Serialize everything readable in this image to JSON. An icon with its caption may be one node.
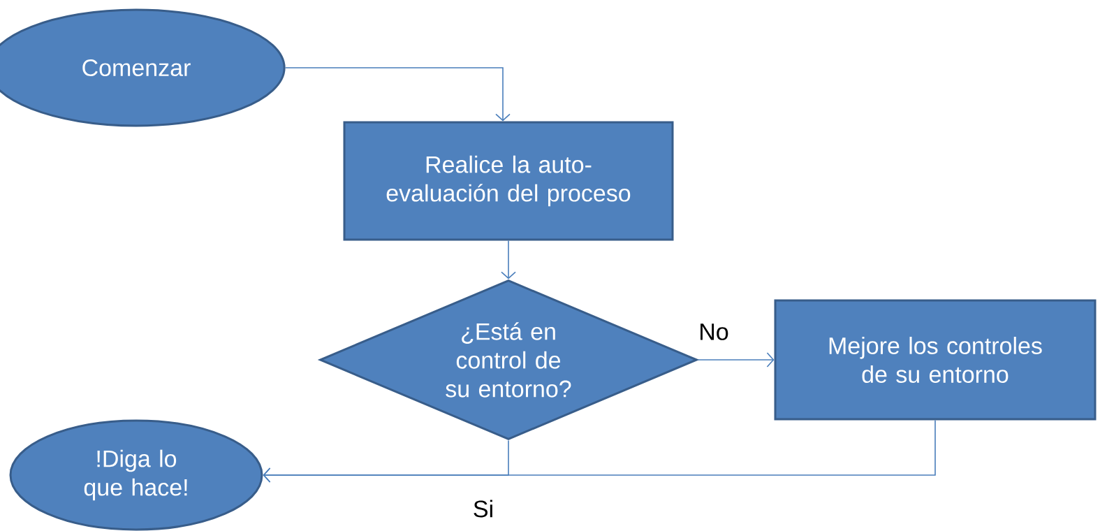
{
  "diagram": {
    "nodes": [
      {
        "text": [
          "Comenzar"
        ]
      },
      {
        "text": [
          "Realice la auto-evaluación del proceso"
        ]
      },
      {
        "text": [
          "¿Está en control de su entorno?"
        ]
      },
      {
        "text": [
          "Mejore los controles de su entorno"
        ]
      },
      {
        "text": [
          "!Diga lo que hace!"
        ]
      }
    ],
    "edges": [
      {
        "from": 0,
        "to": 1,
        "arrow": "to"
      },
      {
        "from": 1,
        "to": 2,
        "arrow": "to"
      },
      {
        "from": 2,
        "to": 3,
        "arrow": "to",
        "label": "No"
      },
      {
        "from": 2,
        "to": 4,
        "arrow": "to",
        "label": "Si"
      },
      {
        "from": 3,
        "to": 4,
        "arrow": "to"
      }
    ]
  }
}
